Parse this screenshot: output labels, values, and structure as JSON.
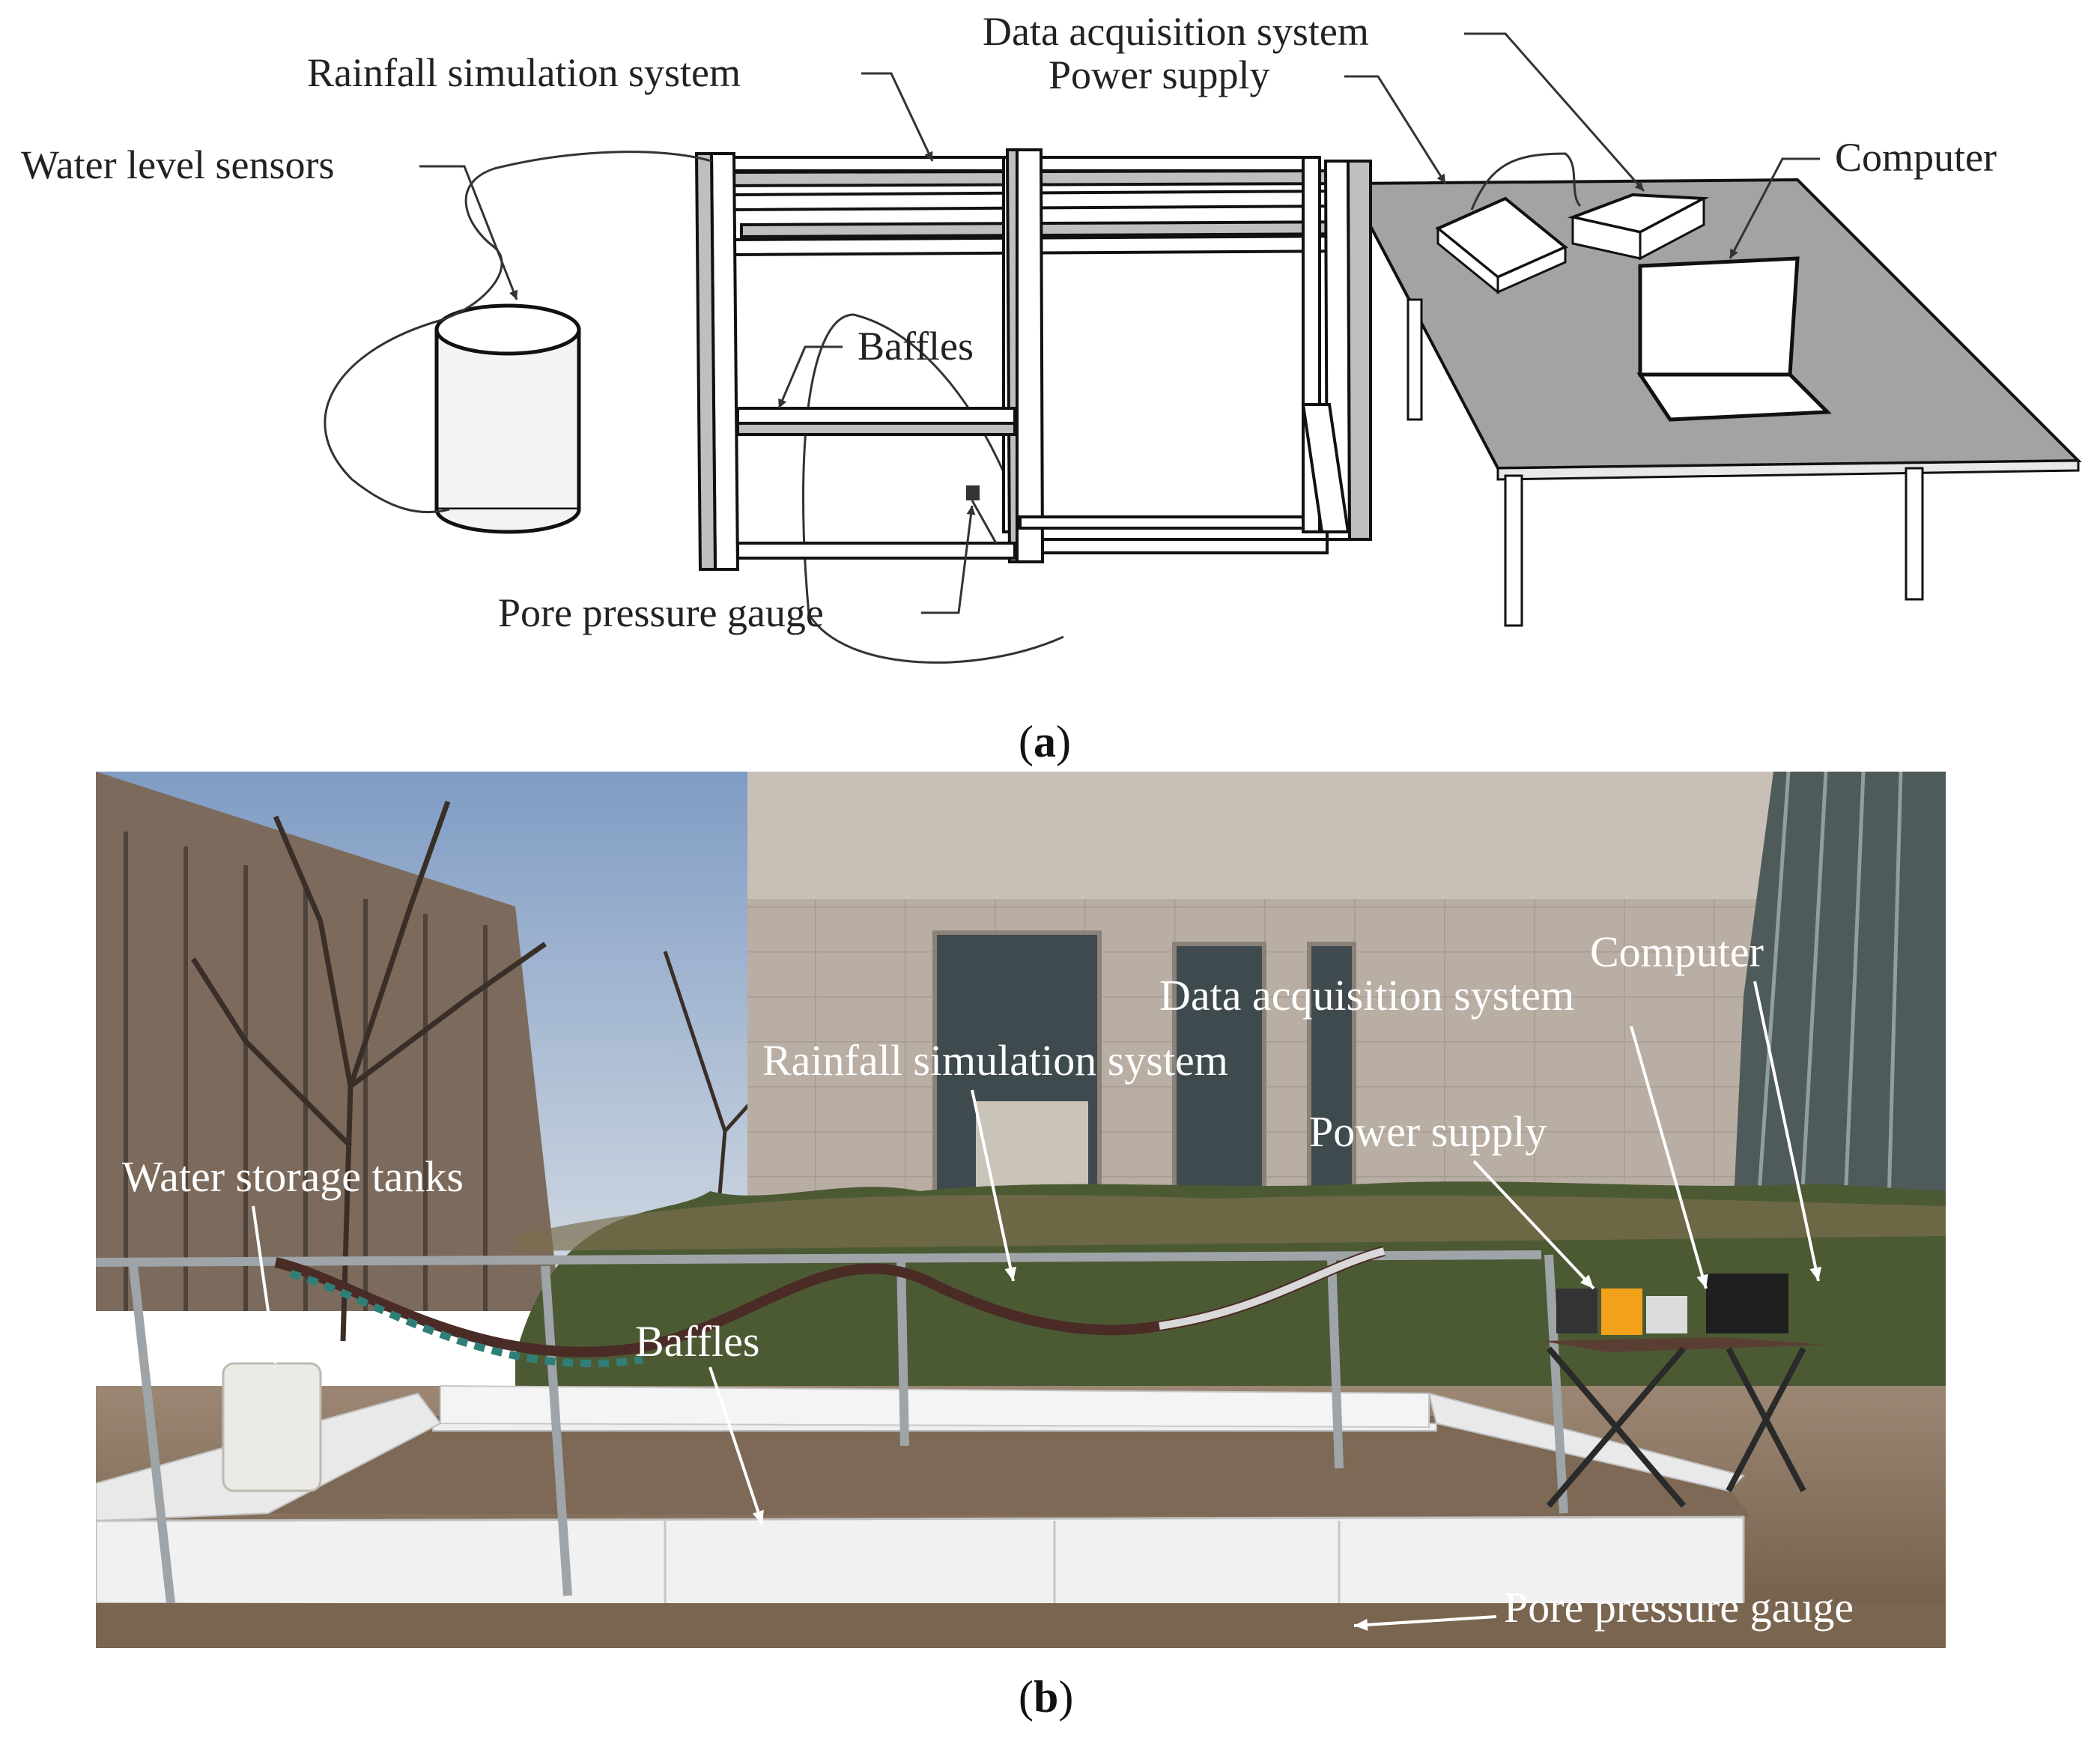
{
  "panel_a": {
    "caption_letter": "a",
    "labels": {
      "data_acquisition": "Data acquisition system",
      "rainfall": "Rainfall simulation system",
      "power": "Power supply",
      "water_level": "Water level sensors",
      "computer": "Computer",
      "baffles": "Baffles",
      "pore_pressure": "Pore pressure gauge"
    }
  },
  "panel_b": {
    "caption_letter": "b",
    "labels": {
      "computer": "Computer",
      "data_acquisition": "Data acquisition system",
      "rainfall": "Rainfall simulation system",
      "power": "Power supply",
      "water_tanks": "Water storage tanks",
      "baffles": "Baffles",
      "pore_pressure": "Pore pressure gauge"
    }
  },
  "colors": {
    "table_top": "#a3a3a3",
    "sky": "#9fb6d2",
    "building": "#b9aea3",
    "hedge": "#4c5a34",
    "soil": "#8a7560",
    "baffle": "#eeeeee"
  }
}
